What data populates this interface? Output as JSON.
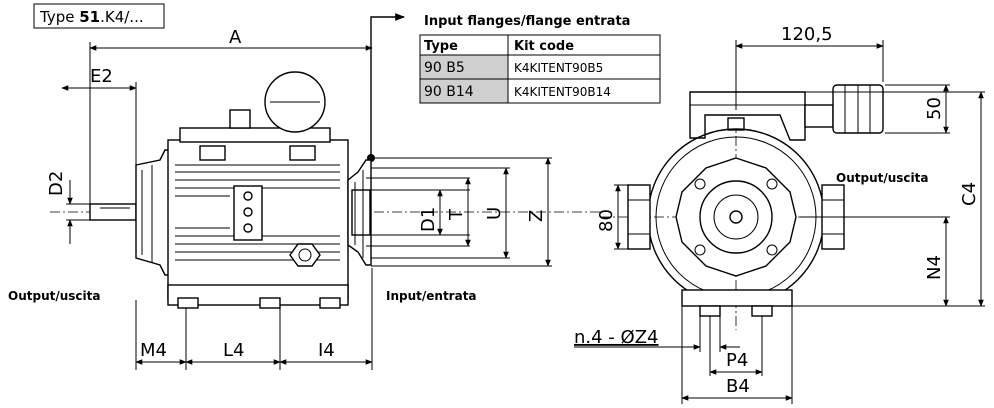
{
  "type_box": {
    "prefix": "Type ",
    "bold": "51",
    "suffix": ".K4/..."
  },
  "flange_table": {
    "title": "Input flanges/flange entrata",
    "headers": [
      "Type",
      "Kit code"
    ],
    "rows": [
      {
        "type": "90 B5",
        "kit": "K4KITENT90B5"
      },
      {
        "type": "90 B14",
        "kit": "K4KITENT90B14"
      }
    ]
  },
  "dimensions": {
    "A": "A",
    "E2": "E2",
    "D2": "D2",
    "D1": "D1",
    "T": "T",
    "U": "U",
    "Z": "Z",
    "M4": "M4",
    "L4": "L4",
    "I4": "I4",
    "w120": "120,5",
    "h50": "50",
    "C4": "C4",
    "h80": "80",
    "N4": "N4",
    "Z4": "n.4 - ØZ4",
    "P4": "P4",
    "B4": "B4"
  },
  "labels": {
    "output_left": "Output/uscita",
    "input": "Input/entrata",
    "output_right": "Output/uscita"
  }
}
